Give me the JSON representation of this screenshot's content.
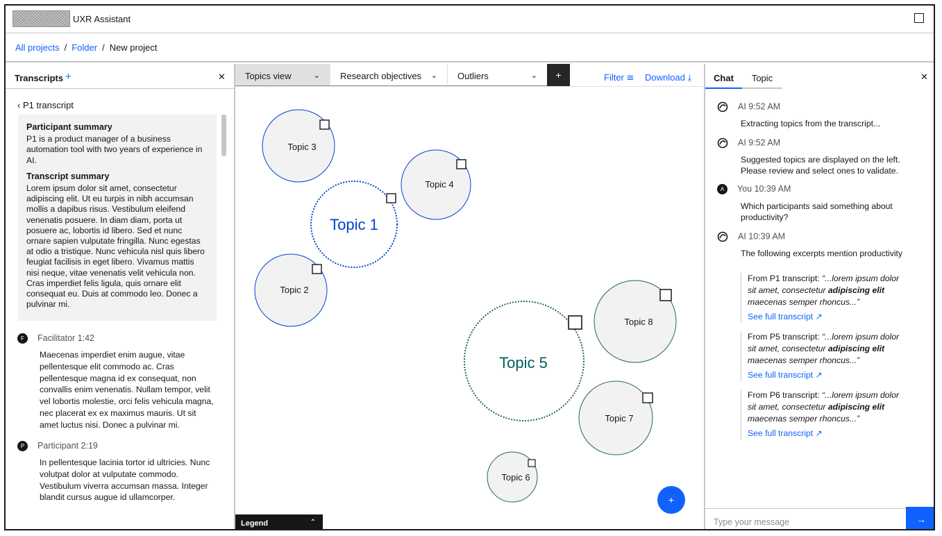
{
  "header": {
    "app_title": "UXR Assistant"
  },
  "breadcrumb": {
    "items": [
      "All projects",
      "Folder",
      "New project"
    ]
  },
  "left": {
    "title": "Transcripts",
    "add_label": "+",
    "close_label": "✕",
    "back_label": "‹ P1 transcript",
    "participant_summary_title": "Participant summary",
    "participant_summary": "P1 is a product manager of a business automation tool with two years of experience in AI.",
    "transcript_summary_title": "Transcript summary",
    "transcript_summary": "Lorem ipsum dolor sit amet, consectetur adipiscing elit. Ut eu turpis in nibh accumsan mollis a dapibus risus. Vestibulum eleifend venenatis posuere. In diam diam, porta ut posuere ac, lobortis id libero. Sed et nunc ornare sapien vulputate fringilla. Nunc egestas at odio a tristique. Nunc vehicula nisl quis libero feugiat facilisis in eget libero. Vivamus mattis nisi neque, vitae venenatis velit vehicula non. Cras imperdiet felis ligula, quis ornare elit consequat eu. Duis at commodo leo. Donec a pulvinar mi.",
    "entries": [
      {
        "initial": "F",
        "speaker": "Facilitator 1:42",
        "text": "Maecenas imperdiet enim augue, vitae pellentesque elit commodo ac. Cras pellentesque magna id ex consequat, non convallis enim venenatis. Nullam tempor, velit vel lobortis molestie, orci felis vehicula magna, nec placerat ex ex maximus mauris. Ut sit amet luctus nisi. Donec a pulvinar mi."
      },
      {
        "initial": "P",
        "speaker": "Participant 2:19",
        "text": "In pellentesque lacinia tortor id ultricies. Nunc volutpat dolor at vulputate commodo. Vestibulum viverra accumsan massa. Integer blandit cursus augue id ullamcorper."
      }
    ]
  },
  "center": {
    "dropdowns": [
      "Topics view",
      "Research objectives",
      "Outliers"
    ],
    "plus_label": "+",
    "filter_label": "Filter",
    "download_label": "Download",
    "legend_label": "Legend",
    "fab_label": "+",
    "topics": {
      "t1": "Topic 1",
      "t2": "Topic 2",
      "t3": "Topic 3",
      "t4": "Topic 4",
      "t5": "Topic 5",
      "t6": "Topic 6",
      "t7": "Topic 7",
      "t8": "Topic 8"
    },
    "colors": {
      "blue": "#0043ce",
      "green": "#24693d",
      "teal": "#005d5d"
    }
  },
  "right": {
    "tabs": [
      "Chat",
      "Topic"
    ],
    "close_label": "✕",
    "messages": [
      {
        "author": "AI 9:52 AM",
        "text": "Extracting topics from the transcript..."
      },
      {
        "author": "AI 9:52 AM",
        "text": "Suggested topics are displayed on the left. Please review and select ones to validate."
      },
      {
        "initial": "A",
        "author": "You 10:39 AM",
        "text": "Which participants said something about productivity?"
      },
      {
        "author": "AI 10:39 AM",
        "text": "The following excerpts mention productivity"
      }
    ],
    "excerpts": [
      {
        "source": "From P1 transcript: ",
        "q1": "“...lorem ipsum dolor sit amet, consectetur ",
        "bold": "adipiscing elit",
        "q2": " maecenas semper rhoncus...”",
        "link": "See full transcript"
      },
      {
        "source": "From P5 transcript: ",
        "q1": "“...lorem ipsum dolor sit amet, consectetur ",
        "bold": "adipiscing elit",
        "q2": " maecenas semper rhoncus...”",
        "link": "See full transcript"
      },
      {
        "source": "From P6 transcript: ",
        "q1": "“...lorem ipsum dolor sit amet, consectetur ",
        "bold": "adipiscing elit",
        "q2": " maecenas semper rhoncus...”",
        "link": "See full transcript"
      }
    ],
    "input_placeholder": "Type your message",
    "send_label": "→"
  }
}
